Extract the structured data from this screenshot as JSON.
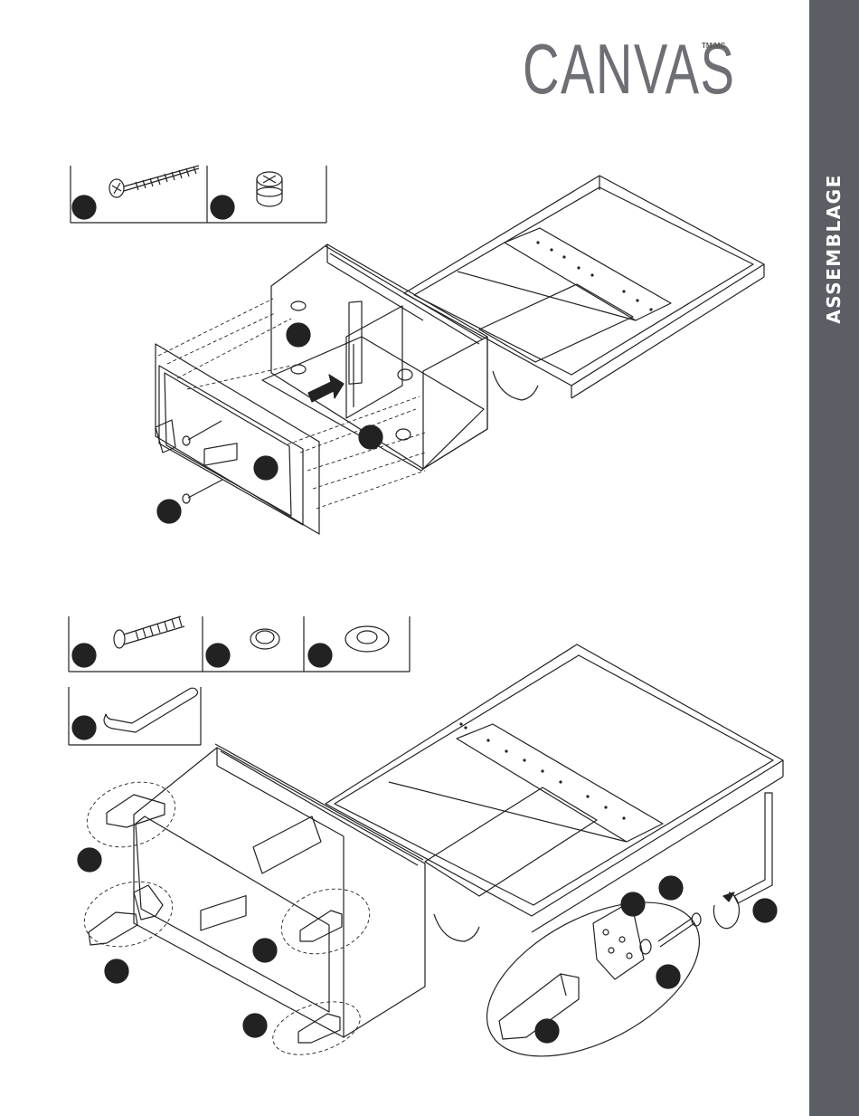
{
  "brand": {
    "name": "CANVAS",
    "trademark": "TM/MC"
  },
  "sidebar": {
    "title": "ASSEMBLAGE",
    "color": "#5c5e66"
  },
  "step1": {
    "hardware": [
      {
        "icon": "long-screw-icon"
      },
      {
        "icon": "cam-lock-icon"
      }
    ]
  },
  "step2": {
    "hardware": [
      {
        "icon": "bolt-icon"
      },
      {
        "icon": "lock-washer-icon"
      },
      {
        "icon": "flat-washer-icon"
      },
      {
        "icon": "allen-key-icon"
      }
    ]
  }
}
